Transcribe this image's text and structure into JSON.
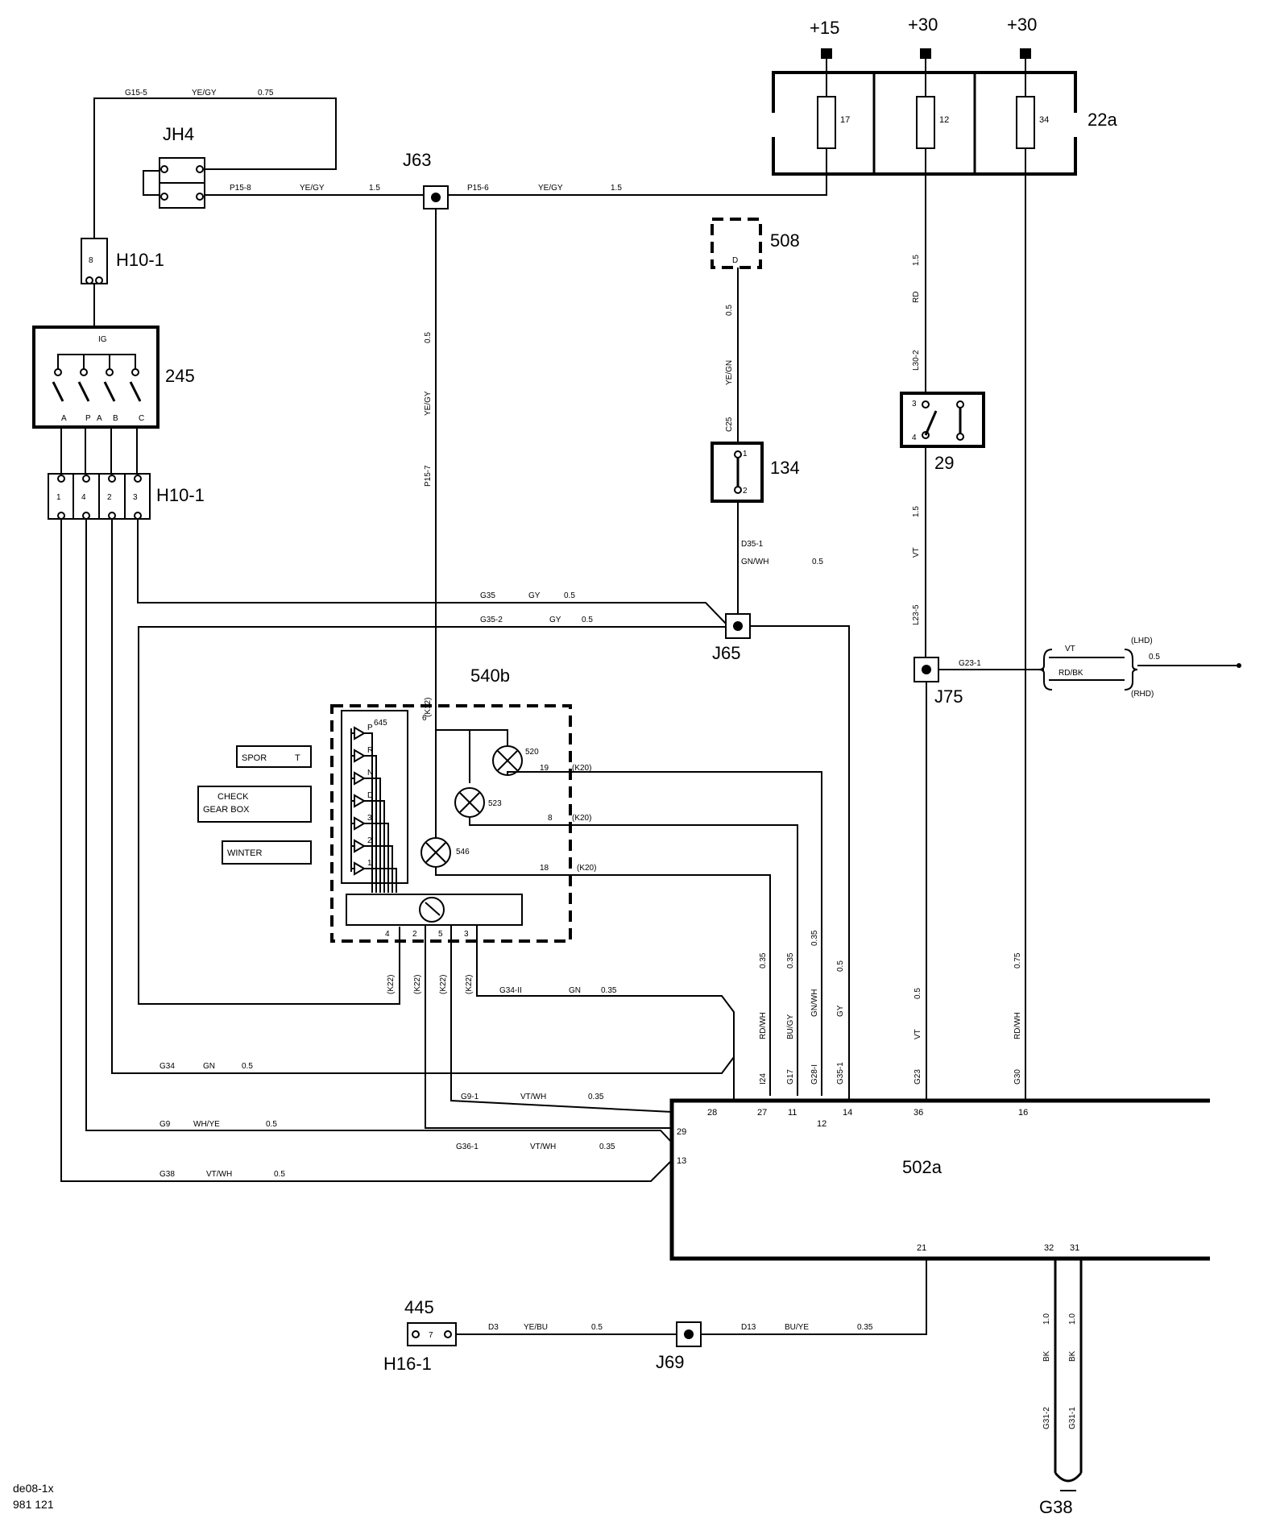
{
  "components": {
    "fusebox": {
      "id": "22a",
      "supplies": [
        "+15",
        "+30",
        "+30"
      ],
      "fuses": [
        "17",
        "12",
        "34"
      ]
    },
    "jh4": "JH4",
    "h10_top": {
      "id": "H10-1",
      "pin": "8"
    },
    "ignition": {
      "id": "245",
      "top_pin": "IG",
      "pins": [
        "A",
        "P",
        "A",
        "B",
        "C"
      ]
    },
    "h10_bottom": {
      "id": "H10-1",
      "pins": [
        "1",
        "4",
        "2",
        "3"
      ]
    },
    "j63": "J63",
    "c508": {
      "id": "508",
      "pin": "D"
    },
    "c134": {
      "id": "134",
      "pins": [
        "1",
        "2"
      ]
    },
    "relay29": {
      "id": "29",
      "pins": [
        "3",
        "4"
      ]
    },
    "j65": "J65",
    "j75": "J75",
    "c540b": {
      "id": "540b",
      "leds": "645",
      "lamps": [
        "520",
        "523",
        "546"
      ],
      "pins_right": [
        "19",
        "8",
        "18"
      ],
      "pins_bottom": [
        "4",
        "2",
        "5",
        "3"
      ],
      "top_pin": "6",
      "led_labels": [
        "P",
        "R",
        "N",
        "D",
        "3",
        "2",
        "1"
      ]
    },
    "indicators": [
      "SPOR",
      "T",
      "CHECK",
      "GEAR BOX",
      "WINTER"
    ],
    "ecu": {
      "id": "502a",
      "pins_top": [
        "28",
        "27",
        "11",
        "12",
        "14",
        "36",
        "16"
      ],
      "pins_left": [
        "29",
        "13"
      ],
      "pins_bottom": [
        "21",
        "32",
        "31"
      ]
    },
    "c445": {
      "id": "445",
      "conn": "H16-1",
      "pin": "7"
    },
    "j69": "J69",
    "g38": "G38",
    "lhd_rhd": [
      "(LHD)",
      "(RHD)"
    ]
  },
  "wire_labels": {
    "g15_5": [
      "G15-5",
      "YE/GY",
      "0.75"
    ],
    "p15_8": [
      "P15-8",
      "YE/GY",
      "1.5"
    ],
    "p15_6": [
      "P15-6",
      "YE/GY",
      "1.5"
    ],
    "p15_7": [
      "0.5",
      "YE/GY",
      "P15-7"
    ],
    "c25": [
      "0.5",
      "YE/GN",
      "C25"
    ],
    "d35": [
      "D35-1",
      "GN/WH",
      "0.5"
    ],
    "rd_30": [
      "1.5",
      "RD",
      "L30-2"
    ],
    "vt_23": [
      "1.5",
      "VT",
      "L23-5"
    ],
    "g35": [
      "G35",
      "GY",
      "0.5"
    ],
    "g35_2": [
      "G35-2",
      "GY",
      "0.5"
    ],
    "g23_1": "G23-1",
    "g23_out": [
      "VT",
      "RD/BK",
      "0.5"
    ],
    "k12": "(K12)",
    "k20": "(K20)",
    "k22": "(K22)",
    "g34_ii": [
      "G34-II",
      "GN",
      "0.35"
    ],
    "g34": [
      "G34",
      "GN",
      "0.5"
    ],
    "g9": [
      "G9",
      "WH/YE",
      "0.5"
    ],
    "g9_1": [
      "G9-1",
      "VT/WH",
      "0.35"
    ],
    "g36_1": [
      "G36-1",
      "VT/WH",
      "0.35"
    ],
    "g38w": [
      "G38",
      "VT/WH",
      "0.5"
    ],
    "v124": [
      "0.35",
      "RD/WH",
      "I24"
    ],
    "v17": [
      "0.35",
      "BU/GY",
      "G17"
    ],
    "v28": [
      "0.35",
      "GN/WH",
      "G28-I"
    ],
    "v35": [
      "0.5",
      "GY",
      "G35-1"
    ],
    "v23": [
      "0.5",
      "VT",
      "G23"
    ],
    "v30": [
      "0.75",
      "RD/WH",
      "G30"
    ],
    "d3": [
      "D3",
      "YE/BU",
      "0.5"
    ],
    "d13": [
      "D13",
      "BU/YE",
      "0.35"
    ],
    "g31_2": [
      "1.0",
      "BK",
      "G31-2"
    ],
    "g31_1": [
      "1.0",
      "BK",
      "G31-1"
    ]
  },
  "footer": {
    "line1": "de08-1x",
    "line2": "981   121"
  }
}
